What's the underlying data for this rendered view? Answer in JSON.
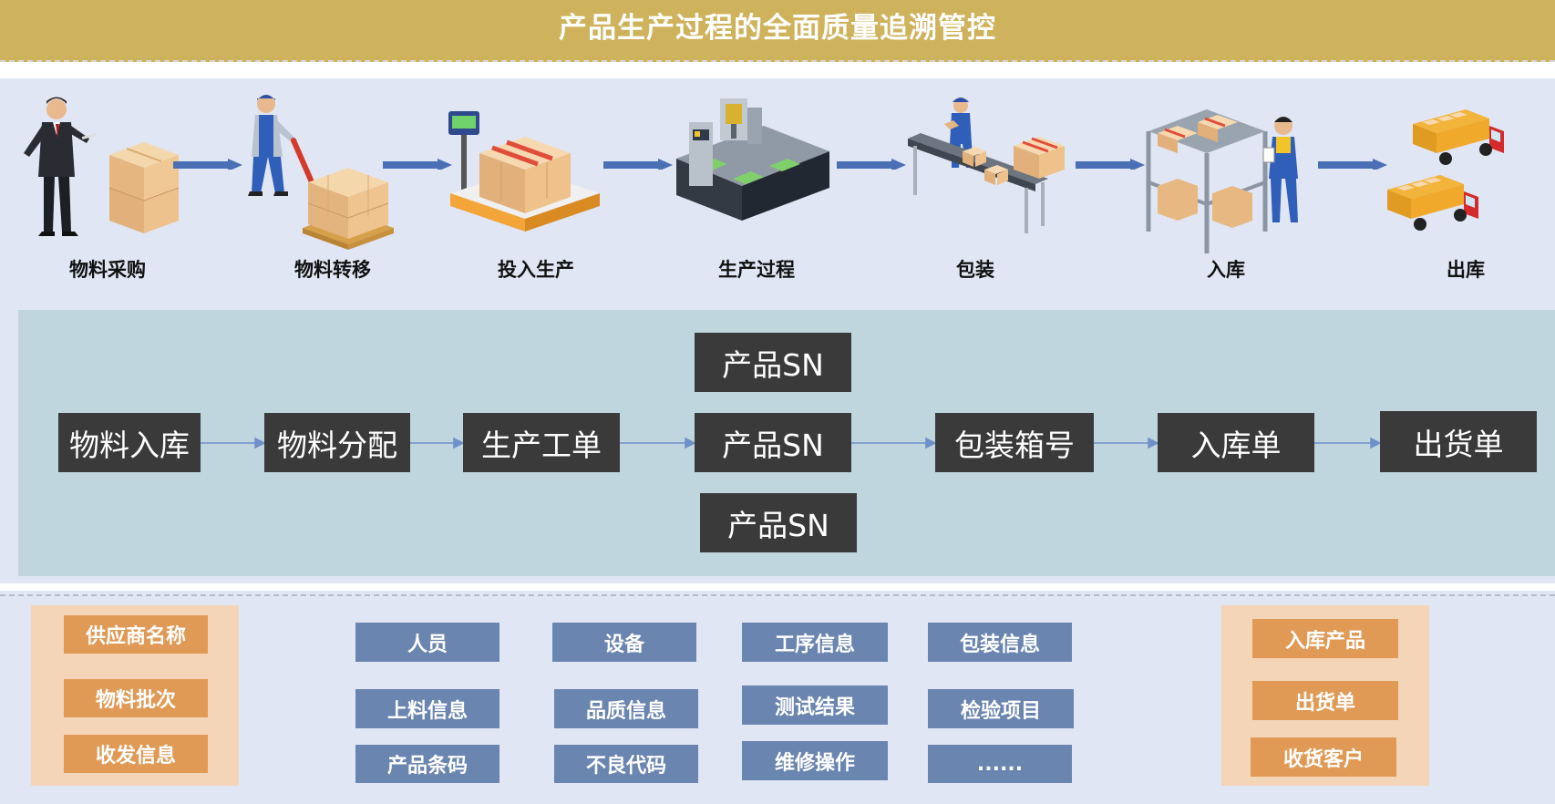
{
  "title": "产品生产过程的全面质量追溯管控",
  "stages": [
    {
      "label": "物料采购",
      "icon": "purchaser-with-boxes-icon"
    },
    {
      "label": "物料转移",
      "icon": "pallet-jack-worker-icon"
    },
    {
      "label": "投入生产",
      "icon": "weighing-scale-boxes-icon"
    },
    {
      "label": "生产过程",
      "icon": "production-machine-icon"
    },
    {
      "label": "包装",
      "icon": "packing-conveyor-icon"
    },
    {
      "label": "入库",
      "icon": "warehouse-rack-worker-icon"
    },
    {
      "label": "出库",
      "icon": "delivery-trucks-icon"
    }
  ],
  "flow": {
    "material_in": "物料入库",
    "material_alloc": "物料分配",
    "work_order": "生产工单",
    "sn_top": "产品SN",
    "sn_mid": "产品SN",
    "sn_bottom": "产品SN",
    "pack_box": "包装箱号",
    "stock_in": "入库单",
    "shipping": "出货单"
  },
  "left_panel": [
    "供应商名称",
    "物料批次",
    "收发信息"
  ],
  "center_grid": [
    [
      "人员",
      "设备",
      "工序信息",
      "包装信息"
    ],
    [
      "上料信息",
      "品质信息",
      "测试结果",
      "检验项目"
    ],
    [
      "产品条码",
      "不良代码",
      "维修操作",
      "......"
    ]
  ],
  "right_panel": [
    "入库产品",
    "出货单",
    "收货客户"
  ],
  "colors": {
    "header": "#cfb25c",
    "band": "#e0e6f3",
    "teal_band": "#c0d6de",
    "dark_box": "#3a3a3a",
    "orange_panel": "#f4d5b8",
    "orange_button": "#e09a56",
    "blue_button": "#6a85b0",
    "arrow": "#4a6fb5"
  }
}
